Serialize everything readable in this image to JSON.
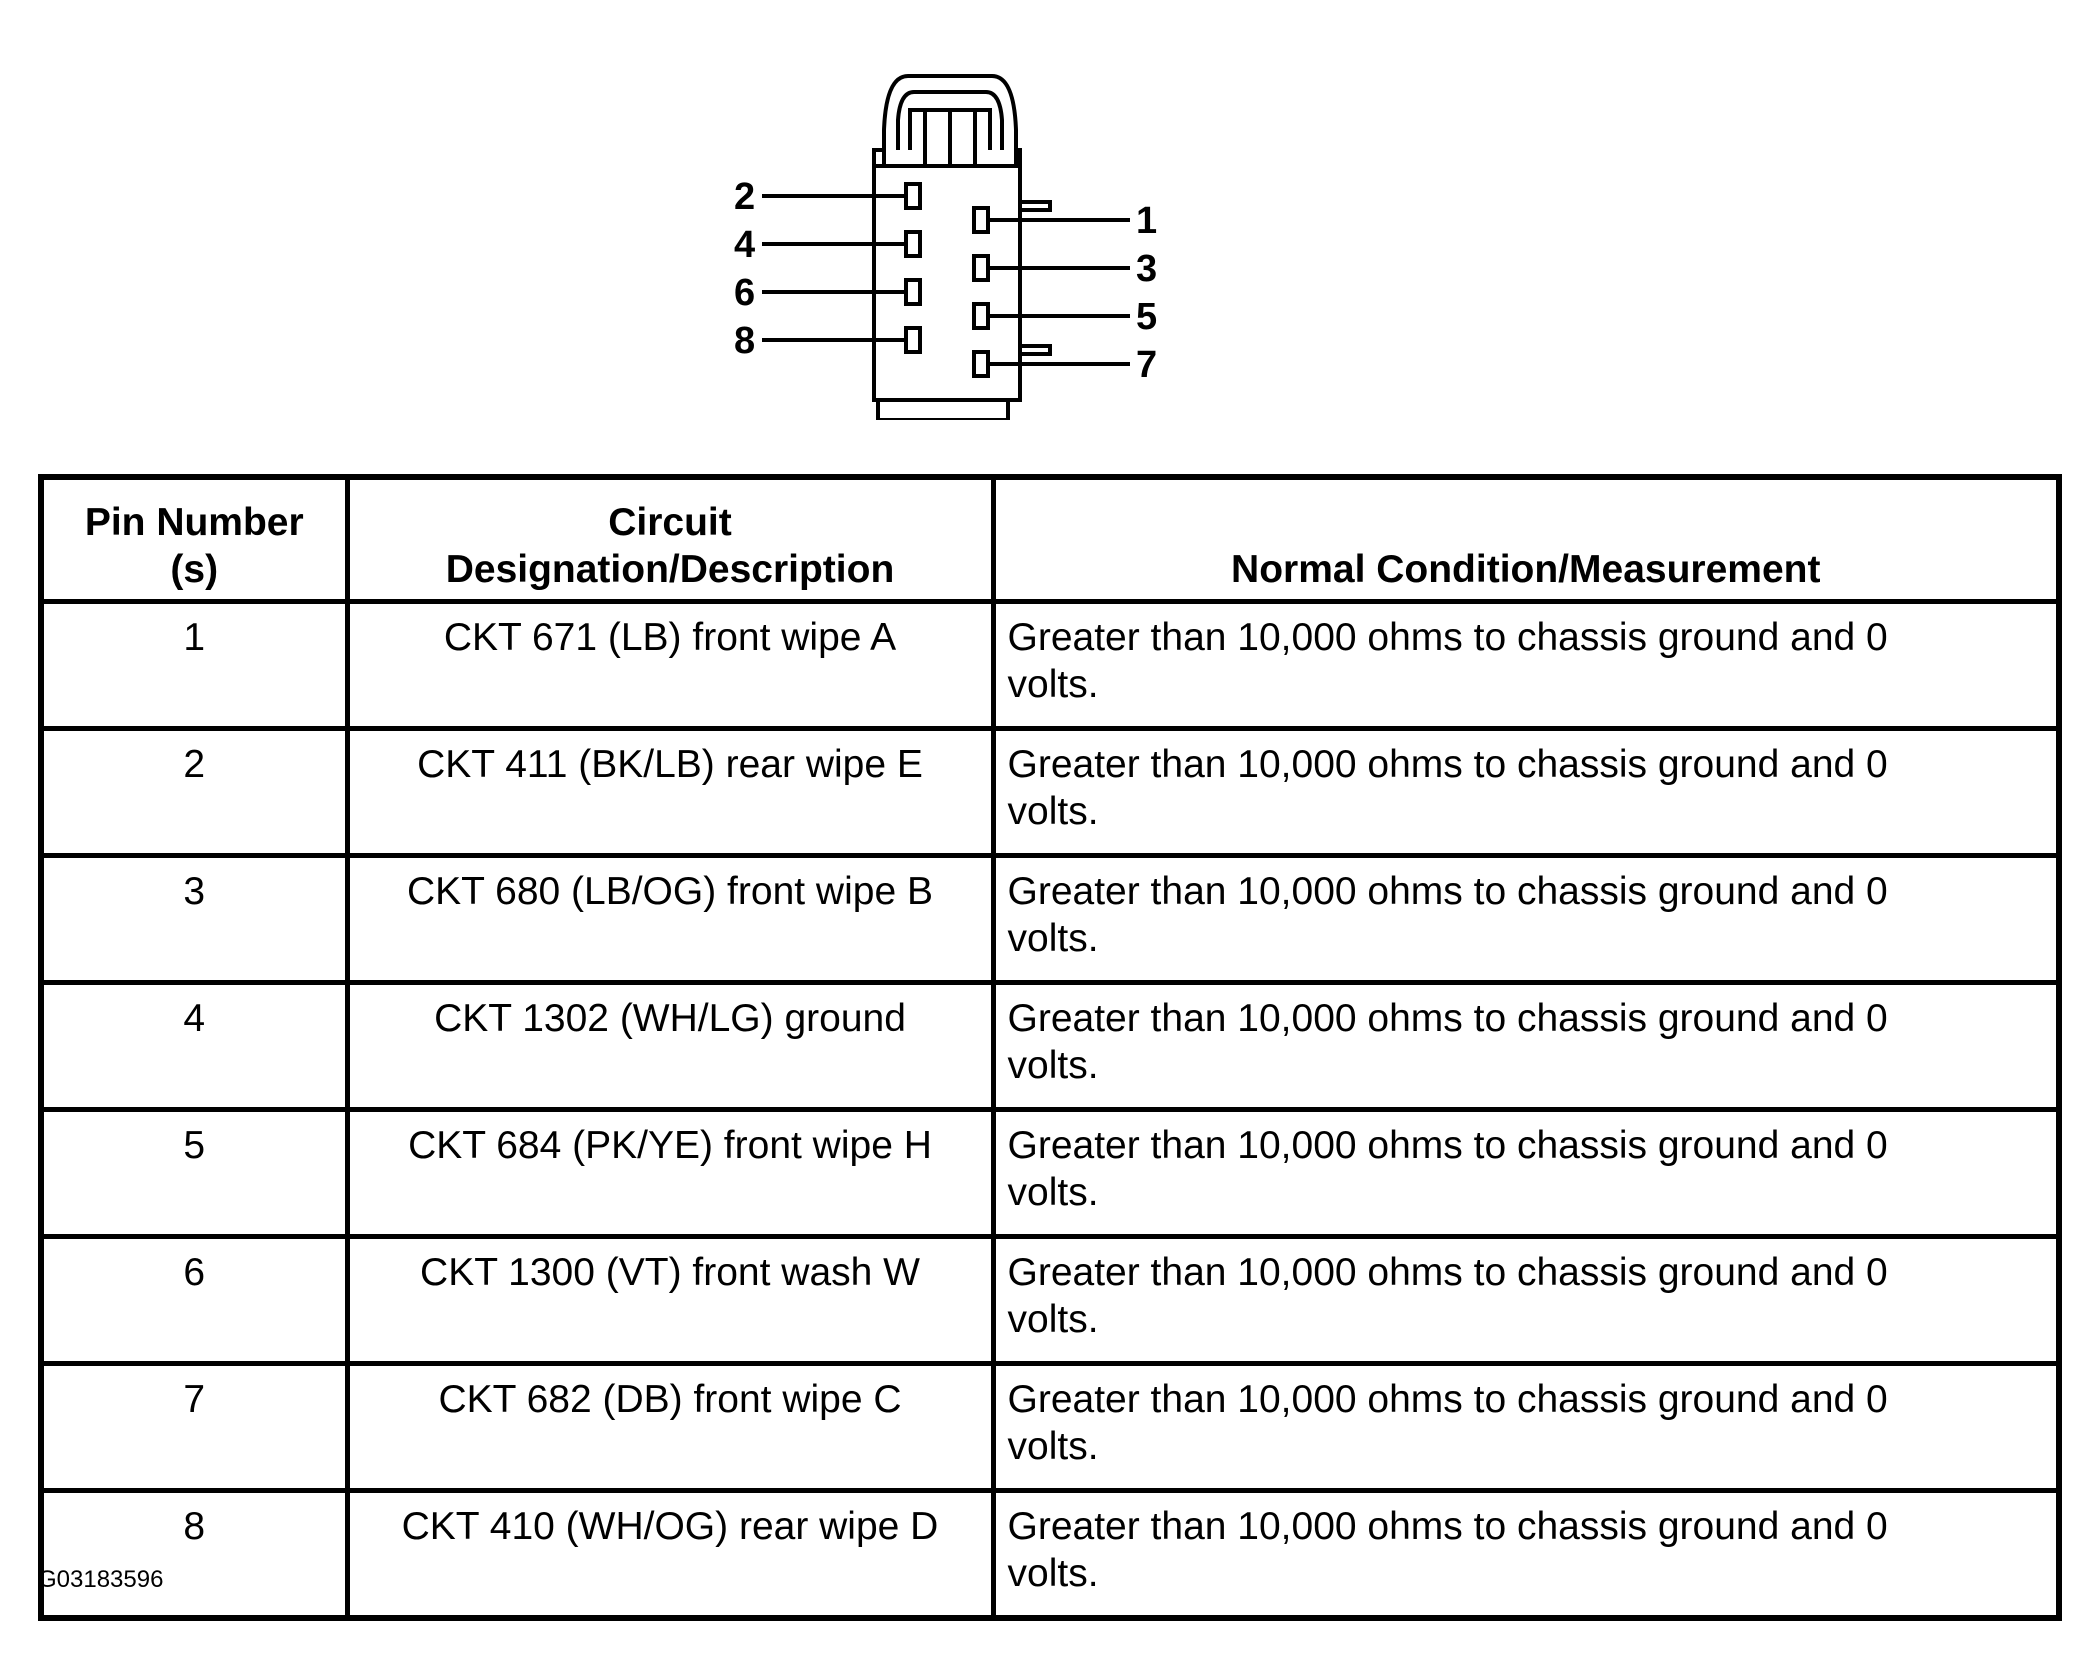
{
  "connector": {
    "pin_labels": [
      "2",
      "4",
      "6",
      "8",
      "1",
      "3",
      "5",
      "7"
    ]
  },
  "table": {
    "headers": {
      "pin_line1": "Pin Number",
      "pin_line2": "(s)",
      "circuit_line1": "Circuit",
      "circuit_line2": "Designation/Description",
      "condition": "Normal Condition/Measurement"
    },
    "rows": [
      {
        "pin": "1",
        "circuit": "CKT 671 (LB) front wipe A",
        "condition_line1": "Greater than 10,000 ohms to chassis ground and 0",
        "condition_line2": "volts."
      },
      {
        "pin": "2",
        "circuit": "CKT 411 (BK/LB) rear wipe E",
        "condition_line1": "Greater than 10,000 ohms to chassis ground and 0",
        "condition_line2": "volts."
      },
      {
        "pin": "3",
        "circuit": "CKT 680 (LB/OG) front wipe B",
        "condition_line1": "Greater than 10,000 ohms to chassis ground and 0",
        "condition_line2": "volts."
      },
      {
        "pin": "4",
        "circuit": "CKT 1302 (WH/LG) ground",
        "condition_line1": "Greater than 10,000 ohms to chassis ground and 0",
        "condition_line2": "volts."
      },
      {
        "pin": "5",
        "circuit": "CKT 684 (PK/YE) front wipe H",
        "condition_line1": "Greater than 10,000 ohms to chassis ground and 0",
        "condition_line2": "volts."
      },
      {
        "pin": "6",
        "circuit": "CKT 1300 (VT) front wash W",
        "condition_line1": "Greater than 10,000 ohms to chassis ground and 0",
        "condition_line2": "volts."
      },
      {
        "pin": "7",
        "circuit": "CKT 682 (DB) front wipe C",
        "condition_line1": "Greater than 10,000 ohms to chassis ground and 0",
        "condition_line2": "volts."
      },
      {
        "pin": "8",
        "circuit": "CKT 410 (WH/OG) rear wipe D",
        "condition_line1": "Greater than 10,000 ohms to chassis ground and 0",
        "condition_line2": "volts."
      }
    ]
  },
  "figure_id": "G03183596"
}
